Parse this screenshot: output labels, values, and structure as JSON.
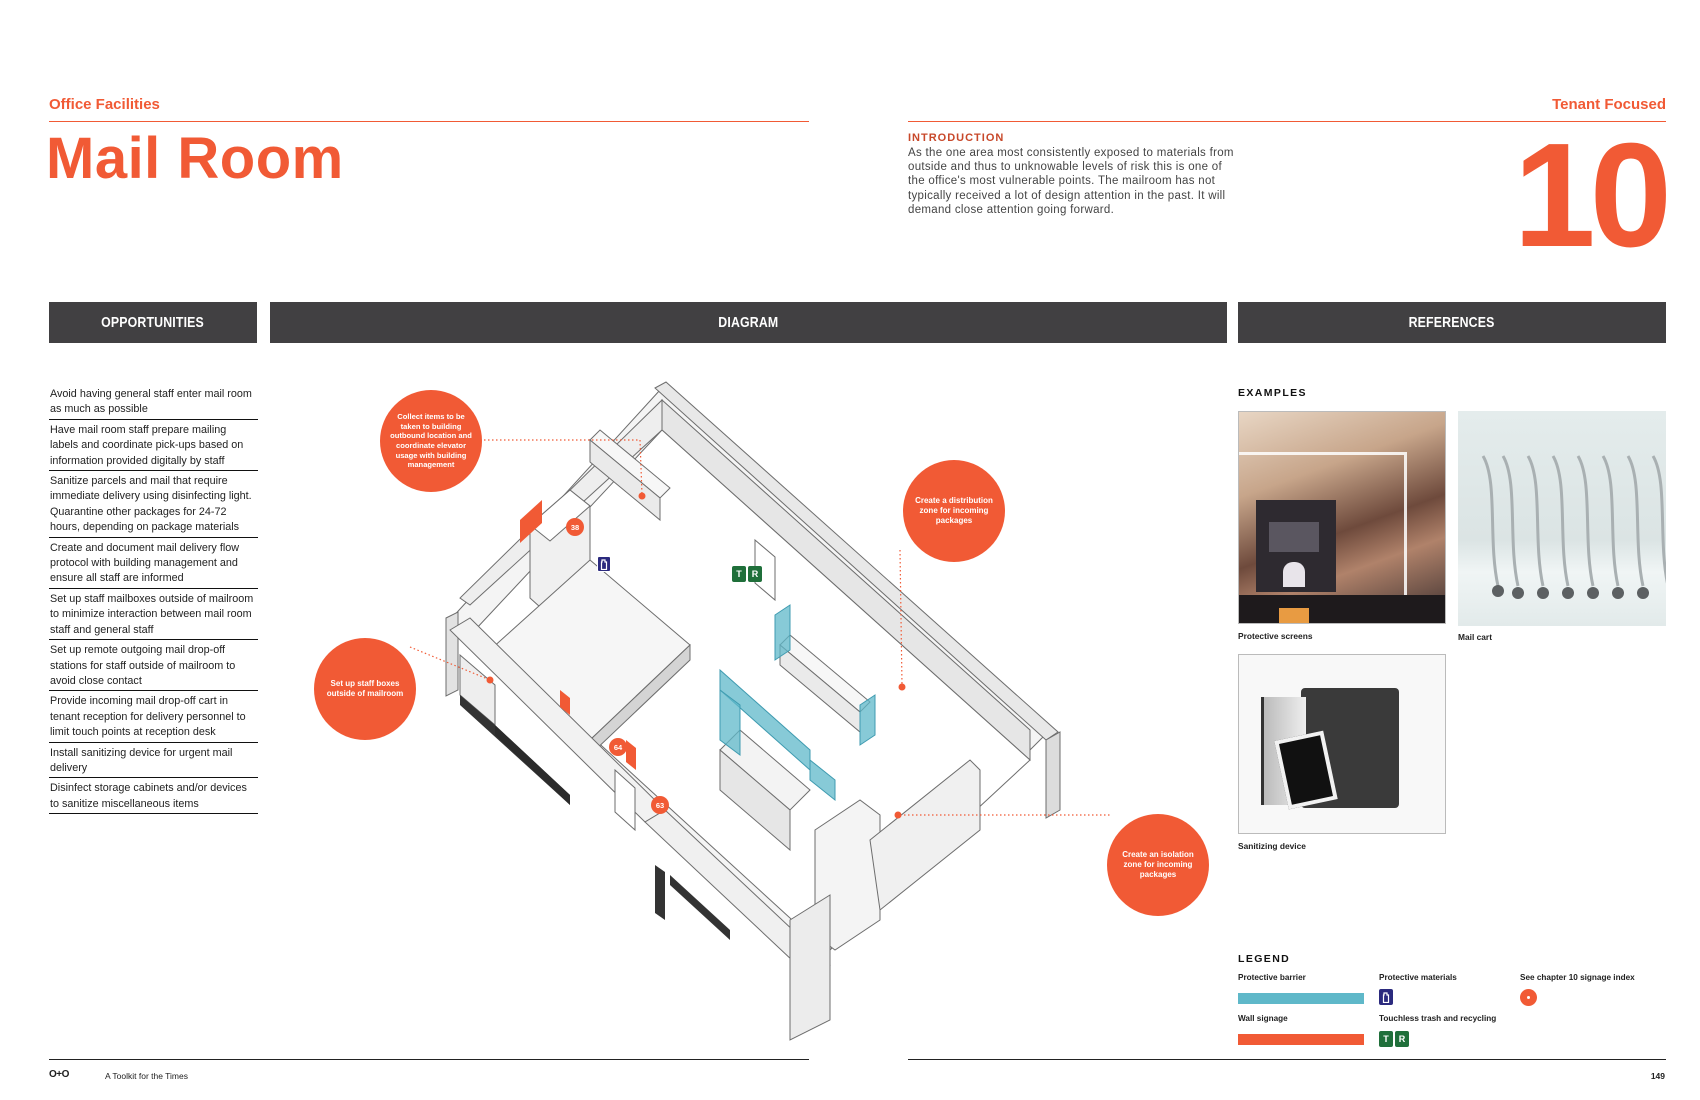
{
  "header": {
    "section": "Office Facilities",
    "title": "Mail Room",
    "category": "Tenant Focused",
    "chapter_number": "10"
  },
  "introduction": {
    "heading": "INTRODUCTION",
    "body": "As the one area most consistently exposed to materials from outside and thus to unknowable levels of risk this is one of the office's most vulnerable points. The mailroom has not typically received a lot of design attention in the past. It will demand close attention going forward."
  },
  "columns": {
    "opportunities": "OPPORTUNITIES",
    "diagram": "DIAGRAM",
    "references": "REFERENCES"
  },
  "opportunities": [
    "Avoid having general staff enter mail room as much as possible",
    "Have mail room staff prepare mailing labels and coordinate pick-ups based on information provided digitally by staff",
    "Sanitize parcels and mail that require immediate delivery using disinfecting light. Quarantine other packages for 24-72 hours, depending on package materials",
    "Create and document mail delivery flow protocol with building management and ensure all staff are informed",
    "Set up staff mailboxes outside of mailroom to minimize interaction between mail room staff and general staff",
    "Set up remote outgoing mail drop-off stations for staff outside of mailroom to avoid close contact",
    "Provide incoming mail drop-off cart in tenant reception for delivery personnel to limit touch points at reception desk",
    "Install sanitizing device for urgent mail delivery",
    "Disinfect storage cabinets and/or devices to sanitize miscellaneous items"
  ],
  "diagram": {
    "callouts": [
      "Collect items to be taken to building outbound location and coordinate elevator usage with building management",
      "Create a distribution zone for incoming packages",
      "Set up staff boxes outside of mailroom",
      "Create an isolation zone for incoming packages"
    ],
    "signage_numbers": [
      "38",
      "64",
      "63"
    ],
    "trash_labels": [
      "T",
      "R"
    ]
  },
  "references": {
    "examples_heading": "EXAMPLES",
    "examples": [
      {
        "caption": "Protective screens"
      },
      {
        "caption": "Mail cart"
      },
      {
        "caption": "Sanitizing device"
      }
    ],
    "legend_heading": "LEGEND",
    "legend": [
      {
        "label": "Protective barrier",
        "color": "#5fb8c9"
      },
      {
        "label": "Protective materials",
        "color": "#2b2a7e"
      },
      {
        "label": "See chapter 10 signage index",
        "color": "#f15a35"
      },
      {
        "label": "Wall signage",
        "color": "#f15a35"
      },
      {
        "label": "Touchless trash and recycling",
        "color": "#1f6f3a"
      }
    ],
    "legend_trash": [
      "T",
      "R"
    ]
  },
  "footer": {
    "logo": "O+O",
    "publication": "A Toolkit for the Times",
    "page_number": "149"
  },
  "colors": {
    "accent": "#f15a35",
    "bar": "#414042",
    "barrier": "#5fb8c9",
    "materials": "#2b2a7e",
    "trash": "#1f6f3a"
  }
}
